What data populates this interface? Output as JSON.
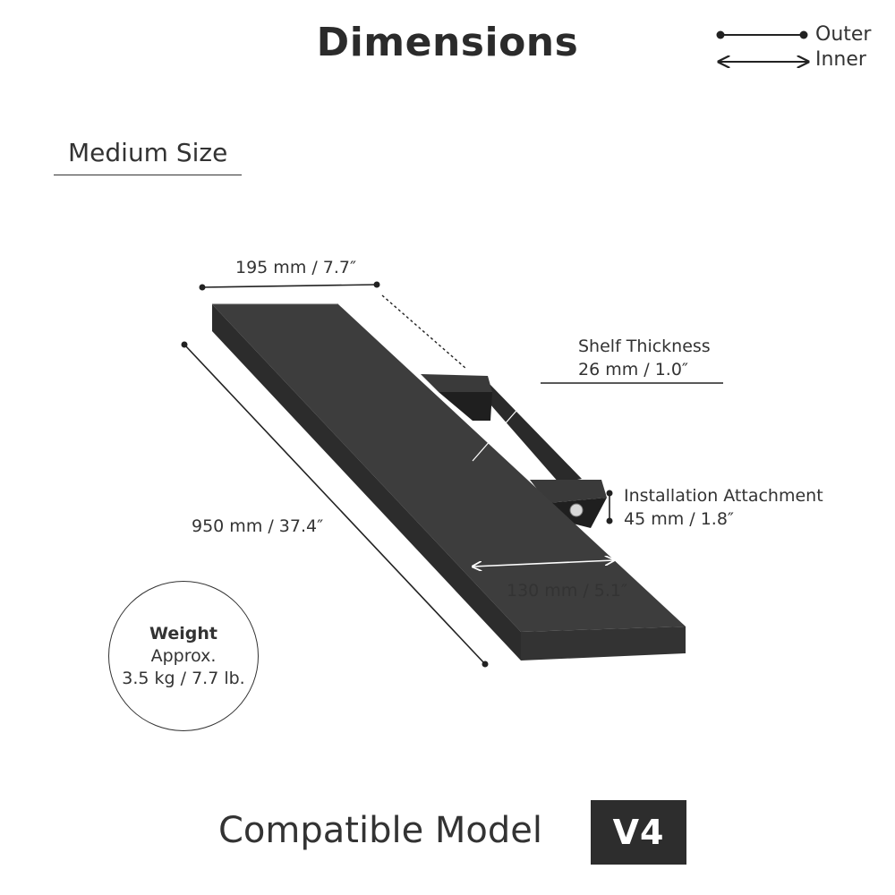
{
  "title": "Dimensions",
  "legend": {
    "outer_label": "Outer",
    "inner_label": "Inner"
  },
  "size_label": "Medium Size",
  "dimensions": {
    "width": "195 mm / 7.7″",
    "length": "950 mm / 37.4″",
    "depth_inner": "130 mm / 5.1″",
    "thickness_title": "Shelf Thickness",
    "thickness_value": "26 mm / 1.0″",
    "attachment_title": "Installation Attachment",
    "attachment_value": "45 mm / 1.8″"
  },
  "weight": {
    "title": "Weight",
    "line1": "Approx.",
    "line2": "3.5 kg / 7.7 lb."
  },
  "compatible": {
    "label": "Compatible Model",
    "model": "V4"
  },
  "colors": {
    "shelf": "#3b3b3b",
    "text": "#2b2b2b",
    "badge": "#2d2d2d"
  }
}
